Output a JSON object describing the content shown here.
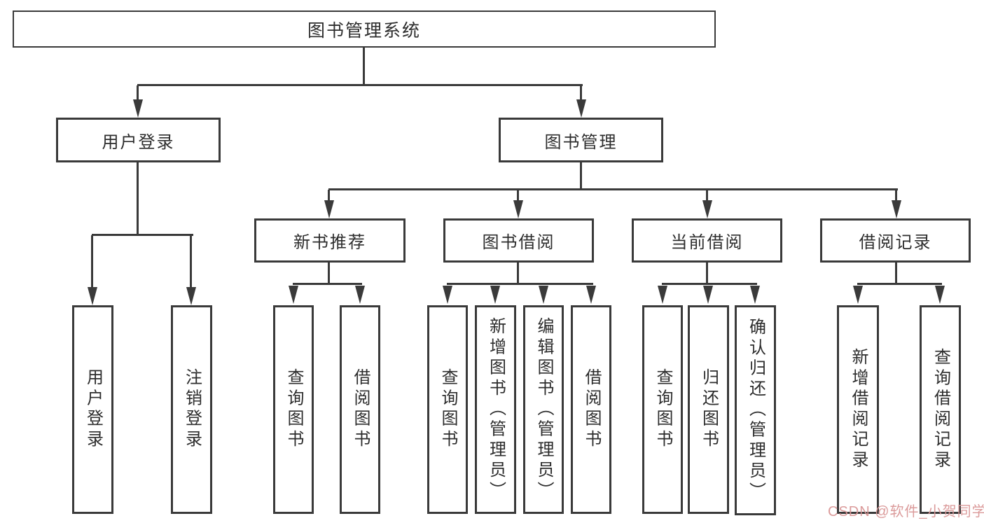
{
  "diagram": {
    "root": {
      "label": "图书管理系统"
    },
    "level1": [
      {
        "id": "user-login",
        "label": "用户登录"
      },
      {
        "id": "book-management",
        "label": "图书管理"
      }
    ],
    "level2": [
      {
        "id": "new-book-recommend",
        "label": "新书推荐"
      },
      {
        "id": "book-borrow",
        "label": "图书借阅"
      },
      {
        "id": "current-borrow",
        "label": "当前借阅"
      },
      {
        "id": "borrow-record",
        "label": "借阅记录"
      }
    ],
    "leaves": {
      "user_login": [
        "用户登录",
        "注销登录"
      ],
      "new_book_recommend": [
        "查询图书",
        "借阅图书"
      ],
      "book_borrow": [
        "查询图书",
        "新增图书（管理员）",
        "编辑图书（管理员）",
        "借阅图书"
      ],
      "current_borrow": [
        "查询图书",
        "归还图书",
        "确认归还（管理员）"
      ],
      "borrow_record": [
        "新增借阅记录",
        "查询借阅记录"
      ]
    }
  },
  "colors": {
    "line": "#3a3a3a",
    "box_border": "#3a3a3a",
    "text": "#2d2d2d",
    "background": "#ffffff",
    "watermark": "#d99696"
  },
  "watermark": {
    "text": "CSDN @软件_小贺同学"
  }
}
